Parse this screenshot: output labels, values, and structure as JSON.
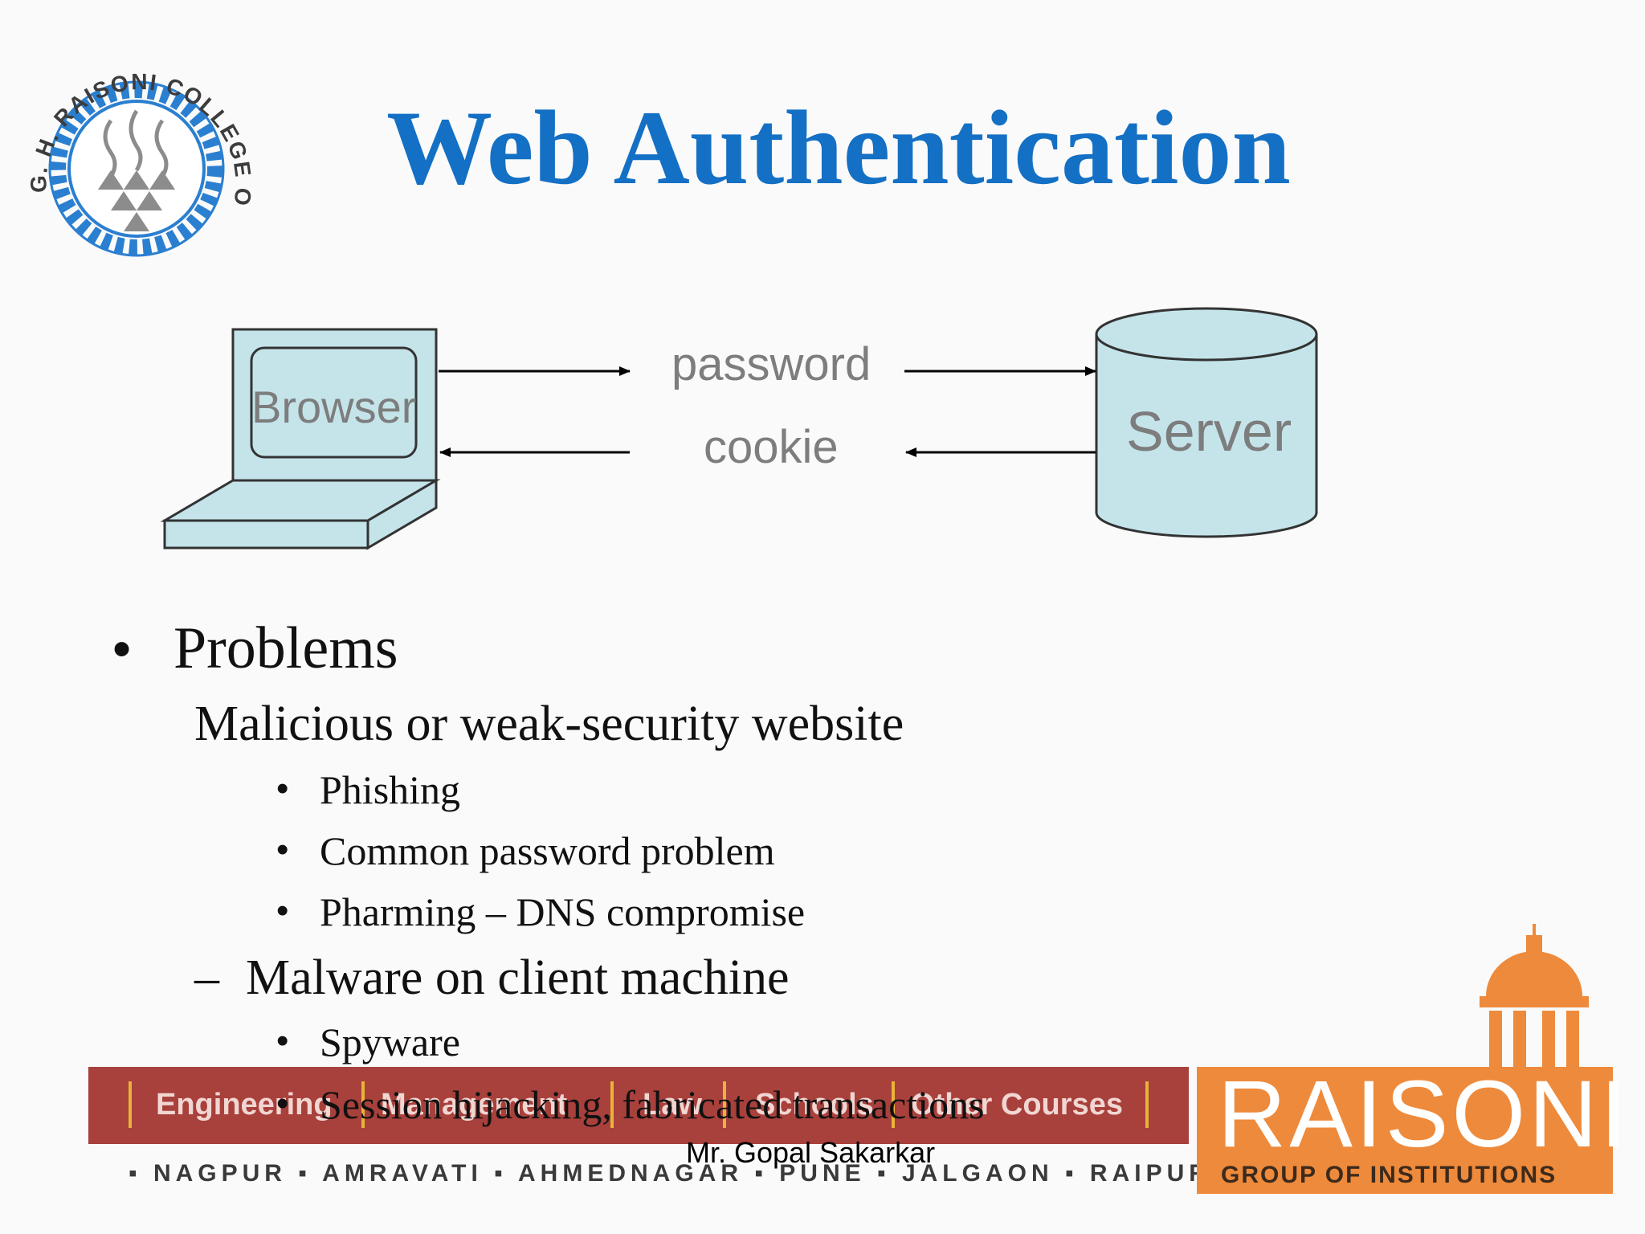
{
  "logo": {
    "text": "G. H. RAISONI COLLEGE OF ENGINEERING"
  },
  "title": "Web Authentication",
  "diagram": {
    "browser_label": "Browser",
    "server_label": "Server",
    "request_label": "password",
    "response_label": "cookie"
  },
  "bullets": {
    "problems": "Problems",
    "malicious": "Malicious or weak-security website",
    "phishing": "Phishing",
    "common_password": "Common password problem",
    "pharming": "Pharming – DNS compromise",
    "malware": "Malware on client machine",
    "spyware": "Spyware",
    "session": "Session hijacking, fabricated transactions",
    "bullet_symbol": "•",
    "dash_symbol": "–"
  },
  "footer": {
    "banner_items": [
      "Engineering",
      "Management",
      "Law",
      "Schools",
      "Other Courses"
    ],
    "cities": "▪ NAGPUR ▪ AMRAVATI ▪ AHMEDNAGAR ▪ PUNE ▪ JALGAON ▪ RAIPUR ▪",
    "author": "Mr. Gopal Sakarkar",
    "brand_name": "RAISONI",
    "brand_sub": "GROUP OF INSTITUTIONS"
  },
  "colors": {
    "title": "#1470c4",
    "diagram_fill": "#c4e4ea",
    "banner": "#a8403c",
    "brand": "#ee8a3b",
    "logo_gear": "#2a7fd0"
  }
}
